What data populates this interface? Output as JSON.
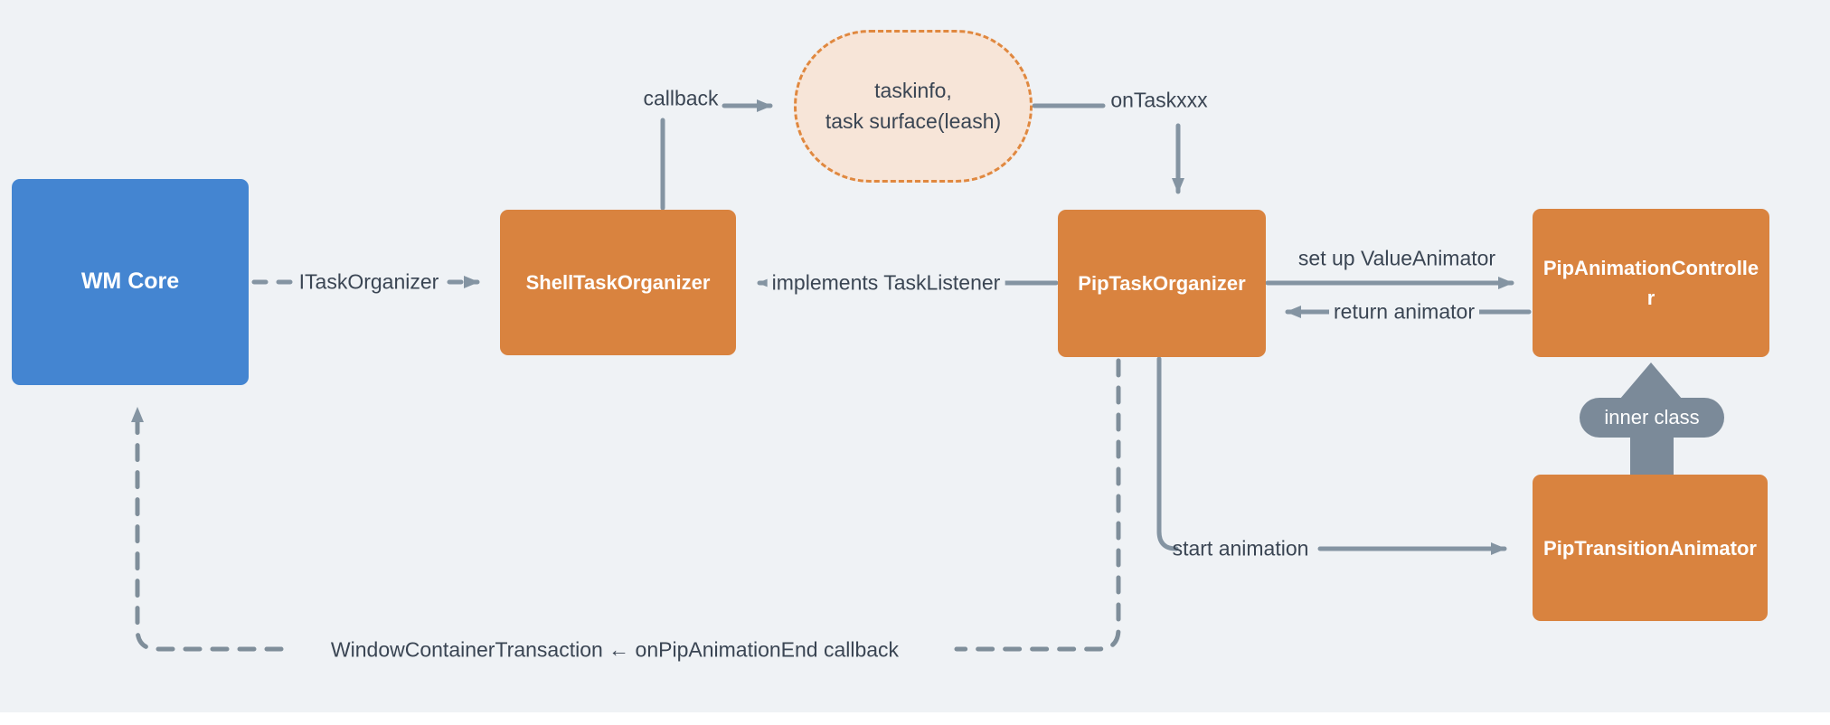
{
  "diagram": {
    "background_color": "#eff2f5",
    "accent_colors": {
      "class_box_orange": "#d9833f",
      "core_box_blue": "#4485d1",
      "data_bubble_fill": "#f7e5d8",
      "data_bubble_border": "#e0883f",
      "wire_gray": "#8494a2",
      "badge_gray": "#7b8a99",
      "label_text": "#3a4553"
    },
    "nodes": [
      {
        "id": "wm-core",
        "label": "WM Core"
      },
      {
        "id": "shell-task-organizer",
        "label": "ShellTaskOrganizer"
      },
      {
        "id": "pip-task-organizer",
        "label": "PipTaskOrganizer"
      },
      {
        "id": "pip-animation-controller",
        "label": "PipAnimationController"
      },
      {
        "id": "pip-transition-animator",
        "label": "PipTransitionAnimator"
      }
    ],
    "data_bubble": {
      "line1": "taskinfo,",
      "line2": "task surface(leash)"
    },
    "edge_labels": {
      "callback": "callback",
      "on_taskxxx": "onTaskxxx",
      "itask_organizer": "ITaskOrganizer",
      "implements_task_listener": "implements TaskListener",
      "set_up_value_animator": "set up ValueAnimator",
      "return_animator": "return animator",
      "start_animation": "start animation",
      "inner_class": "inner class",
      "wct_callback": "WindowContainerTransaction ← onPipAnimationEnd callback"
    }
  }
}
